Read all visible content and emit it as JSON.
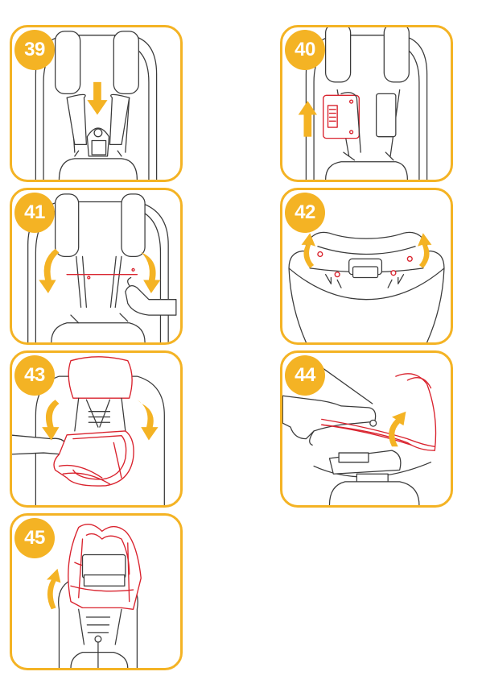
{
  "steps": [
    {
      "number": "39",
      "action": "push-down"
    },
    {
      "number": "40",
      "action": "lift-up"
    },
    {
      "number": "41",
      "action": "harness-outward"
    },
    {
      "number": "42",
      "action": "release-clips"
    },
    {
      "number": "43",
      "action": "remove-cover"
    },
    {
      "number": "44",
      "action": "pull-cover"
    },
    {
      "number": "45",
      "action": "lift-cover"
    }
  ],
  "colors": {
    "accent": "#f4b324",
    "highlight": "#d9232e",
    "line": "#3a3a3a"
  }
}
